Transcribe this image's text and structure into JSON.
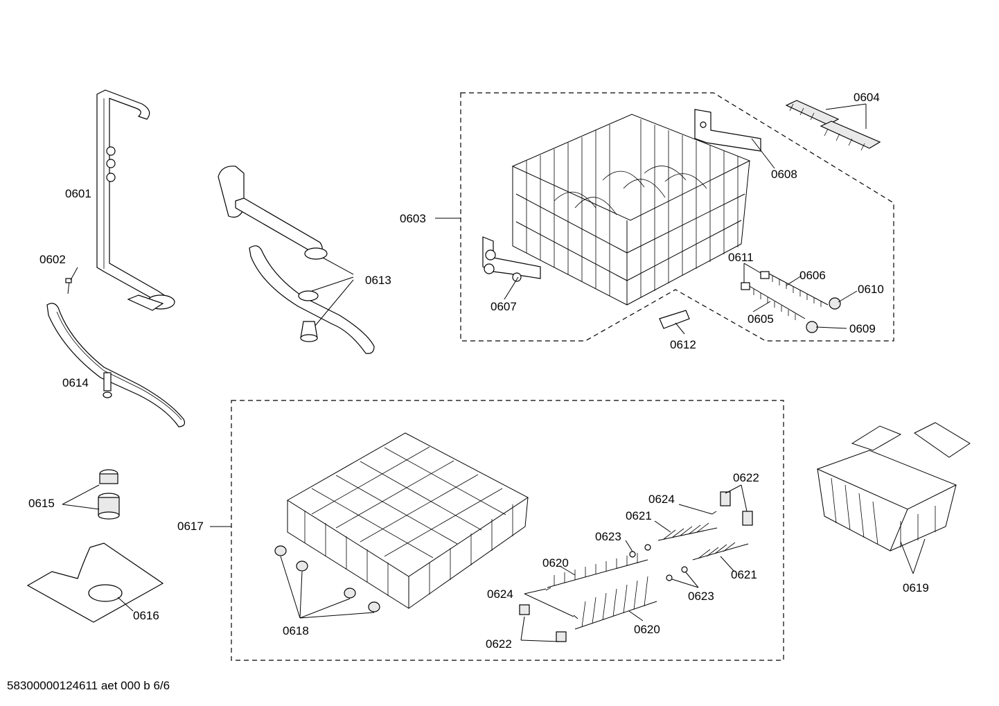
{
  "diagram": {
    "footer_text": "58300000124611 aet 000 b 6/6",
    "callouts": {
      "c0601": "0601",
      "c0602": "0602",
      "c0603": "0603",
      "c0604": "0604",
      "c0605": "0605",
      "c0606": "0606",
      "c0607": "0607",
      "c0608": "0608",
      "c0609": "0609",
      "c0610": "0610",
      "c0611": "0611",
      "c0612": "0612",
      "c0613": "0613",
      "c0614": "0614",
      "c0615": "0615",
      "c0616": "0616",
      "c0617": "0617",
      "c0618": "0618",
      "c0619": "0619",
      "c0620": "0620",
      "c0621": "0621",
      "c0622": "0622",
      "c0623": "0623",
      "c0624": "0624"
    }
  }
}
